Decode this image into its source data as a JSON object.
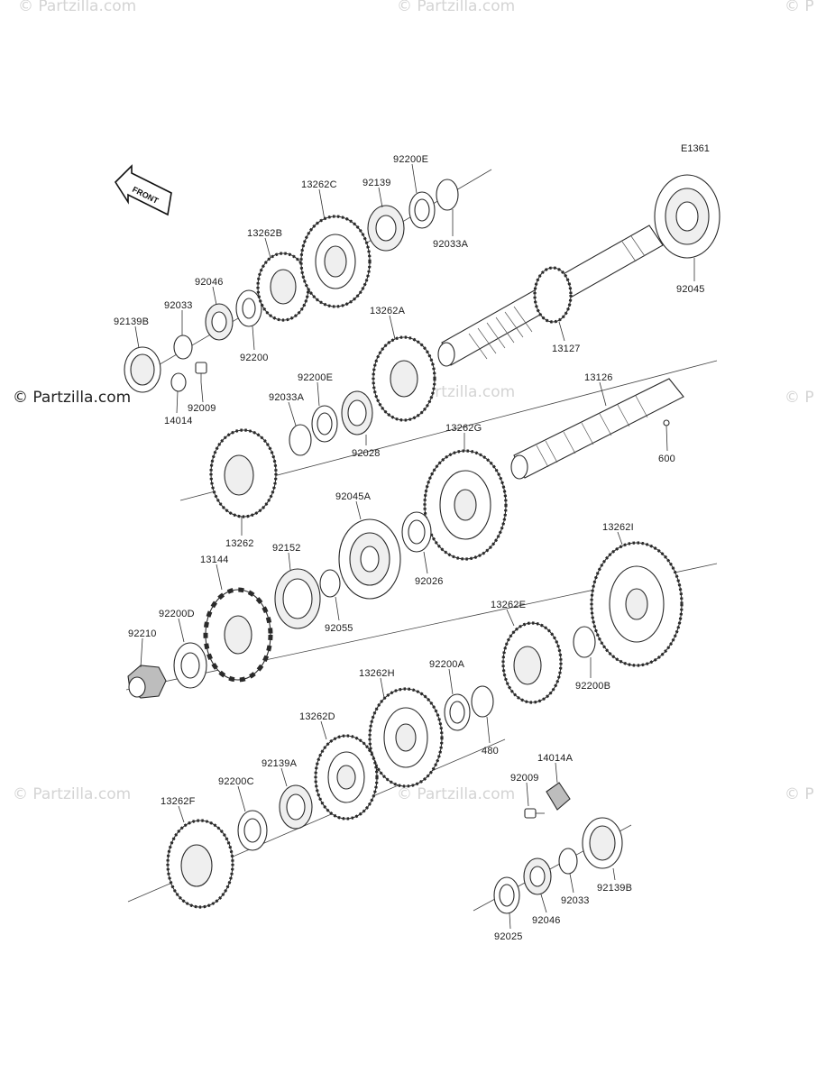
{
  "diagram": {
    "reference_code": "E1361",
    "front_label": "FRONT",
    "watermarks": [
      "© Partzilla.com",
      "© Partzilla.com",
      "© P"
    ],
    "dark_watermark": "© Partzilla.com"
  },
  "parts": [
    {
      "id": "p01",
      "label": "92200E"
    },
    {
      "id": "p02",
      "label": "13262C"
    },
    {
      "id": "p03",
      "label": "92139"
    },
    {
      "id": "p04",
      "label": "92033A"
    },
    {
      "id": "p05",
      "label": "13262B"
    },
    {
      "id": "p06",
      "label": "92046"
    },
    {
      "id": "p07",
      "label": "92033"
    },
    {
      "id": "p08",
      "label": "92200"
    },
    {
      "id": "p09",
      "label": "92139B"
    },
    {
      "id": "p10",
      "label": "92009"
    },
    {
      "id": "p11",
      "label": "14014"
    },
    {
      "id": "p12",
      "label": "92045"
    },
    {
      "id": "p13",
      "label": "13127"
    },
    {
      "id": "p14",
      "label": "13262A"
    },
    {
      "id": "p15",
      "label": "92200E"
    },
    {
      "id": "p16",
      "label": "92033A"
    },
    {
      "id": "p17",
      "label": "92028"
    },
    {
      "id": "p18",
      "label": "13126"
    },
    {
      "id": "p19",
      "label": "600"
    },
    {
      "id": "p20",
      "label": "13262G"
    },
    {
      "id": "p21",
      "label": "13262"
    },
    {
      "id": "p22",
      "label": "92045A"
    },
    {
      "id": "p23",
      "label": "92026"
    },
    {
      "id": "p24",
      "label": "13144"
    },
    {
      "id": "p25",
      "label": "92152"
    },
    {
      "id": "p26",
      "label": "92055"
    },
    {
      "id": "p27",
      "label": "13262I"
    },
    {
      "id": "p28",
      "label": "92200D"
    },
    {
      "id": "p29",
      "label": "92210"
    },
    {
      "id": "p30",
      "label": "13262E"
    },
    {
      "id": "p31",
      "label": "92200B"
    },
    {
      "id": "p32",
      "label": "92200A"
    },
    {
      "id": "p33",
      "label": "480"
    },
    {
      "id": "p34",
      "label": "13262H"
    },
    {
      "id": "p35",
      "label": "13262D"
    },
    {
      "id": "p36",
      "label": "92139A"
    },
    {
      "id": "p37",
      "label": "92200C"
    },
    {
      "id": "p38",
      "label": "14014A"
    },
    {
      "id": "p39",
      "label": "92009"
    },
    {
      "id": "p40",
      "label": "13262F"
    },
    {
      "id": "p41",
      "label": "92139B"
    },
    {
      "id": "p42",
      "label": "92033"
    },
    {
      "id": "p43",
      "label": "92046"
    },
    {
      "id": "p44",
      "label": "92025"
    }
  ]
}
